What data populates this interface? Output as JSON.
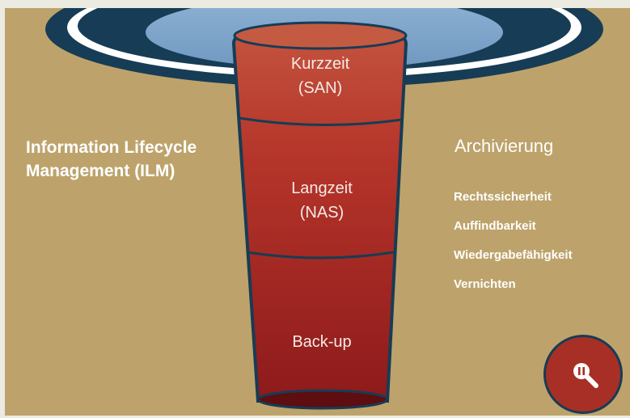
{
  "ilm": {
    "title_line1": "Information Lifecycle",
    "title_line2": "Management (ILM)"
  },
  "funnel": {
    "layers": [
      {
        "line1": "Kurzzeit",
        "line2": "(SAN)"
      },
      {
        "line1": "Langzeit",
        "line2": "(NAS)"
      },
      {
        "line1": "Back-up",
        "line2": ""
      }
    ]
  },
  "archive": {
    "title": "Archivierung",
    "items": [
      "Rechtssicherheit",
      "Auffindbarkeit",
      "Wiedergabefähigkeit",
      "Vernichten"
    ]
  },
  "controls": {
    "zoom_icon": "magnifier-pause-icon"
  },
  "colors": {
    "background": "#bda36b",
    "funnel_red": "#a72f25",
    "dark_blue": "#173c55",
    "light_blue": "#7fa3c6"
  }
}
